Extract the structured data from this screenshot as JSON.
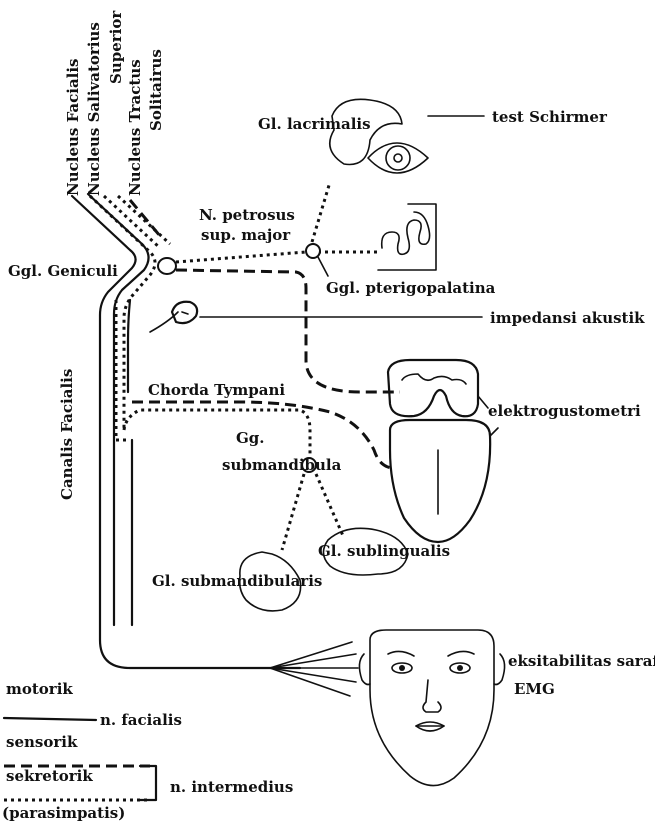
{
  "nuclei": {
    "facialis": "Nucleus Facialis",
    "salivatorius_1": "Nucleus Salivatorius",
    "salivatorius_2": "Superior",
    "tractus_1": "Nucleus Tractus",
    "tractus_2": "Solitairus"
  },
  "labels": {
    "gl_lacrimalis": "Gl. lacrimalis",
    "test_schirmer": "test Schirmer",
    "n_petrosus_1": "N. petrosus",
    "n_petrosus_2": "sup. major",
    "ggl_geniculi": "Ggl. Geniculi",
    "ggl_pterigopalatina": "Ggl. pterigopalatina",
    "impedansi_akustik": "impedansi akustik",
    "canalis_facialis": "Canalis Facialis",
    "chorda_tympani": "Chorda Tympani",
    "elektrogustometri": "elektrogustometri",
    "gg_1": "Gg.",
    "gg_2": "submandibula",
    "gl_sublingualis": "Gl. sublingualis",
    "gl_submandibularis": "Gl. submandibularis",
    "eksitabilitas_saraf": "eksitabilitas saraf",
    "emg": "EMG"
  },
  "legend": {
    "motorik": "motorik",
    "n_facialis": "n. facialis",
    "sensorik": "sensorik",
    "sekretorik": "sekretorik",
    "parasimpatis": "(parasimpatis)",
    "n_intermedius": "n. intermedius"
  }
}
